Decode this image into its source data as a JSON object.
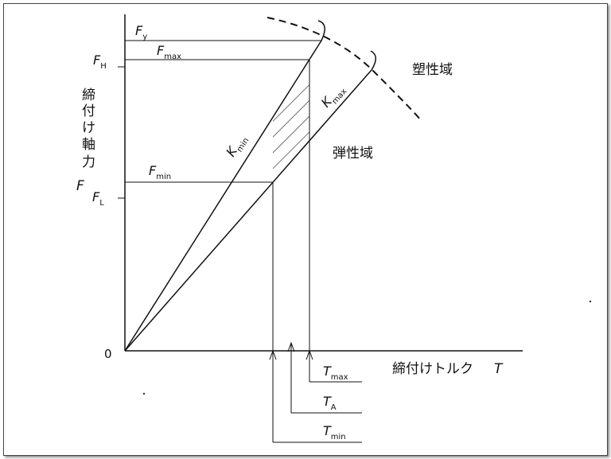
{
  "axes": {
    "origin": "0",
    "y_label_chars": [
      "締",
      "付",
      "け",
      "軸",
      "力"
    ],
    "y_symbol": "F",
    "x_label": "締付けトルク",
    "x_symbol": "T"
  },
  "force_labels": {
    "fy": {
      "base": "F",
      "sub": "y"
    },
    "fh": {
      "base": "F",
      "sub": "H"
    },
    "fmax": {
      "base": "F",
      "sub": "max"
    },
    "fmin": {
      "base": "F",
      "sub": "min"
    },
    "fl": {
      "base": "F",
      "sub": "L"
    }
  },
  "torque_labels": {
    "tmax": {
      "base": "T",
      "sub": "max"
    },
    "ta": {
      "base": "T",
      "sub": "A"
    },
    "tmin": {
      "base": "T",
      "sub": "min"
    }
  },
  "line_labels": {
    "kmin": {
      "base": "K",
      "sub": "min"
    },
    "kmax": {
      "base": "K",
      "sub": "max"
    }
  },
  "regions": {
    "plastic": "塑性域",
    "elastic": "弾性域"
  }
}
